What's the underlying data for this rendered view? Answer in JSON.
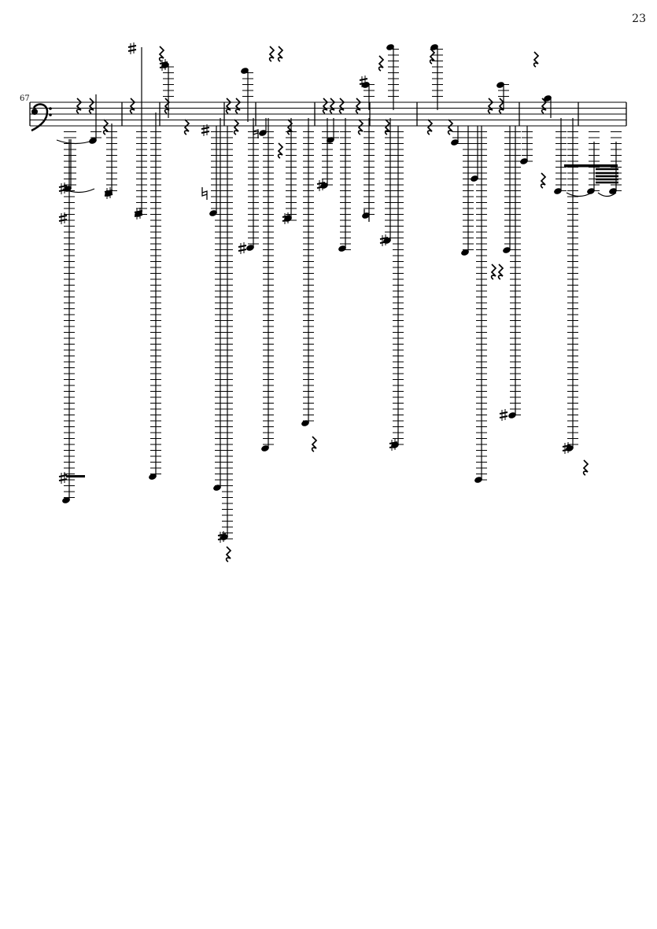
{
  "page": {
    "page_number": "23",
    "measure_number": "67"
  },
  "staff": {
    "clef": "bass-clef",
    "barline_count": 8,
    "notation_color": "#000000"
  }
}
